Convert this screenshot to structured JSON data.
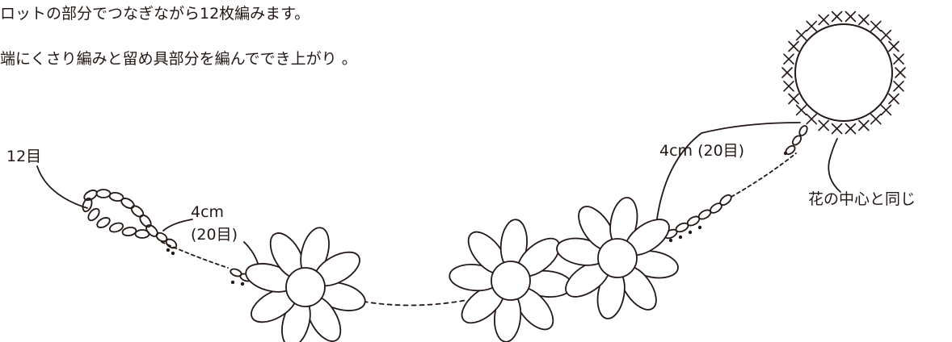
{
  "instructions": {
    "line1": "ロットの部分でつなぎながら12枚編みます。",
    "line2": "端にくさり編みと留め具部分を編んででき上がり 。"
  },
  "labels": {
    "loop_stitches": "12目",
    "chain_length_left_1": "4cm",
    "chain_length_left_2": "(20目)",
    "chain_length_right": "4cm (20目)",
    "same_as_flower_center": "花の中心と同じ"
  },
  "colors": {
    "ink": "#231815",
    "background": "#ffffff"
  }
}
